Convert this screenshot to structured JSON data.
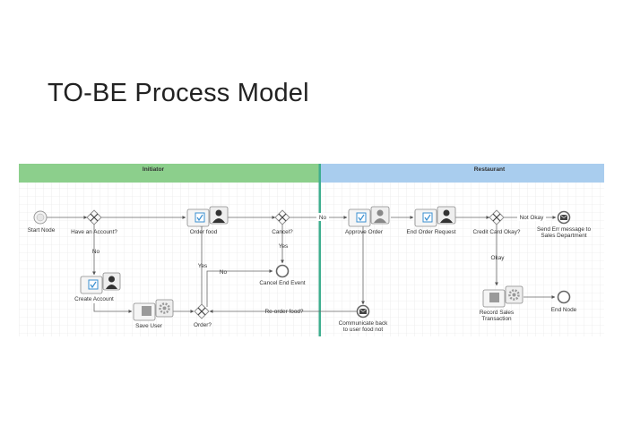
{
  "slide": {
    "title": "TO-BE Process Model"
  },
  "lanes": {
    "initiator": "Initiator",
    "restaurant": "Restaurant"
  },
  "nodes": {
    "start": "Start Node",
    "have_account": "Have an Account?",
    "order_food": "Order food",
    "cancel_q": "Cancel?",
    "cancel_end": "Cancel End Event",
    "create_account": "Create Account",
    "save_user": "Save User",
    "order_q": "Order?",
    "approve_order": "Approve Order",
    "communicate_1": "Communicate back",
    "communicate_2": "to user food not",
    "end_order_request": "End Order Request",
    "credit_card": "Credit Card Okay?",
    "send_err_1": "Send Err message to",
    "send_err_2": "Sales Department",
    "record_sales_1": "Record Sales",
    "record_sales_2": "Transaction",
    "end_node": "End Node"
  },
  "edges": {
    "no_account": "No",
    "yes_cancel": "Yes",
    "no_cancel": "No",
    "yes_order": "Yes",
    "no_order": "No",
    "reorder": "Re-order food?",
    "not_okay": "Not Okay",
    "okay": "Okay"
  },
  "colors": {
    "initiator_lane": "#8ccf8c",
    "restaurant_lane": "#a9cdee",
    "lane_divider": "#3fae8f",
    "grid": "#e3e3e3",
    "task_border": "#8a8a8a",
    "check_blue": "#3a8fd0"
  },
  "icons": [
    "user-task-icon",
    "service-task-icon",
    "gateway-x-icon",
    "envelope-icon",
    "person-icon",
    "gear-icon",
    "checkbox-icon"
  ]
}
